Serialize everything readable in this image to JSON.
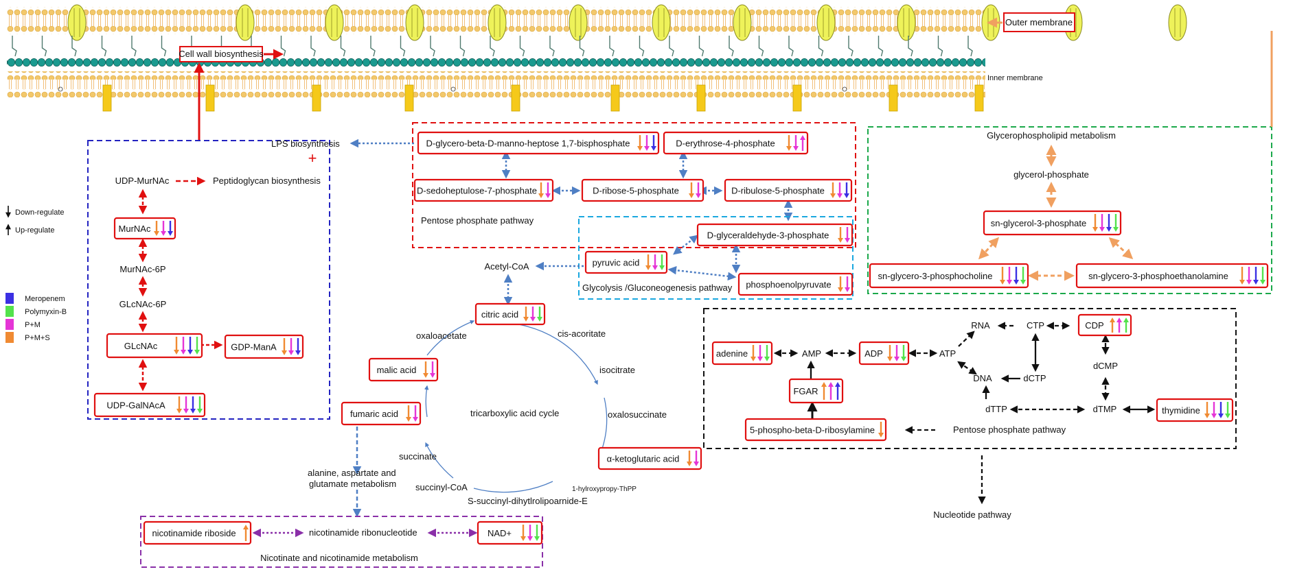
{
  "membrane": {
    "outer_label": "Outer membrane",
    "inner_label": "Inner membrane",
    "cell_wall_label": "Cell wall biosynthesis"
  },
  "legend": {
    "down": "Down-regulate",
    "up": "Up-regulate",
    "items": [
      {
        "label": "Meropenem",
        "color": "#3b2fe3"
      },
      {
        "label": "Polymyxin-B",
        "color": "#53e24c"
      },
      {
        "label": "P+M",
        "color": "#e535d6"
      },
      {
        "label": "P+M+S",
        "color": "#f08a32"
      }
    ]
  },
  "colors": {
    "box_border": "#e01010",
    "peptidoglycan_dash": "#2222c0",
    "pentose_dash": "#e01010",
    "glycolysis_dash": "#19a7df",
    "glycerophospholipid_dash": "#1aa84a",
    "nucleotide_dash": "#111111",
    "nicotinate_dash": "#8a2fa8",
    "blue_arrow": "#4f7fc4",
    "orange_arrow": "#f0a060",
    "red_arrow": "#e01010",
    "purple_arrow": "#8a2fa8"
  },
  "peptidoglycan": {
    "udp_murnac": "UDP-MurNAc",
    "peptidoglycan_label": "Peptidoglycan biosynthesis",
    "murnac": "MurNAc",
    "murnac_6p": "MurNAc-6P",
    "glcnac_6p": "GLcNAc-6P",
    "glcnac": "GLcNAc",
    "gdp_mana": "GDP-ManA",
    "udp_galnaca": "UDP-GalNAcA",
    "lps_label": "LPS biosynthesis"
  },
  "pentose": {
    "heptose": "D-glycero-beta-D-manno-heptose 1,7-bisphosphate",
    "erythrose": "D-erythrose-4-phosphate",
    "sedoheptulose": "D-sedoheptulose-7-phosphate",
    "ribose": "D-ribose-5-phosphate",
    "ribulose": "D-ribulose-5-phosphate",
    "title": "Pentose phosphate pathway"
  },
  "glycolysis": {
    "glyceraldehyde": "D-glyceraldehyde-3-phosphate",
    "pyruvic": "pyruvic acid",
    "pep": "phosphoenolpyruvate",
    "title": "Glycolysis /Gluconeogenesis pathway",
    "acetyl_coa": "Acetyl-CoA"
  },
  "glycerophospholipid": {
    "title": "Glycerophospholipid metabolism",
    "glycerol_phosphate": "glycerol-phosphate",
    "sn_g3p": "sn-glycerol-3-phosphate",
    "sn_g3pc": "sn-glycero-3-phosphocholine",
    "sn_g3pe": "sn-glycero-3-phosphoethanolamine"
  },
  "tca": {
    "citric": "citric acid",
    "cis_aconitate": "cis-acoritate",
    "isocitrate": "isocitrate",
    "oxalosuccinate": "oxalosuccinate",
    "aketoglutaric": "α-ketoglutaric acid",
    "hydroxypropy": "1-hylroxypropy-ThPP",
    "succinyl_dihydro": "S-succinyl-dihytlrolipoarnide-E",
    "succinyl_coa": "succinyl-CoA",
    "succinate": "succinate",
    "fumaric": "fumaric acid",
    "malic": "malic acid",
    "oxaloacetate": "oxaloacetate",
    "title": "tricarboxylic acid cycle",
    "alanine_label_1": "alanine, aspartate and",
    "alanine_label_2": "glutamate metabolism"
  },
  "nicotinate": {
    "riboside": "nicotinamide riboside",
    "ribonucleotide": "nicotinamide ribonucleotide",
    "nad": "NAD+",
    "title": "Nicotinate and nicotinamide metabolism"
  },
  "nucleotide": {
    "adenine": "adenine",
    "amp": "AMP",
    "adp": "ADP",
    "atp": "ATP",
    "rna": "RNA",
    "dna": "DNA",
    "ctp": "CTP",
    "dctp": "dCTP",
    "cdp": "CDP",
    "dcmp": "dCMP",
    "dtmp": "dTMP",
    "dttp": "dTTP",
    "thymidine": "thymidine",
    "fgar": "FGAR",
    "phosphoribosylamine": "5-phospho-beta-D-ribosylamine",
    "pentose_label": "Pentose phosphate pathway",
    "pathway_label": "Nucleotide pathway"
  },
  "regulation": {
    "murnac": [
      {
        "c": "P+M+S",
        "d": "down"
      },
      {
        "c": "P+M",
        "d": "down"
      },
      {
        "c": "Meropenem",
        "d": "down"
      }
    ],
    "glcnac": [
      {
        "c": "P+M+S",
        "d": "down"
      },
      {
        "c": "P+M",
        "d": "down"
      },
      {
        "c": "Meropenem",
        "d": "down"
      },
      {
        "c": "Polymyxin-B",
        "d": "down"
      }
    ],
    "gdp_mana": [
      {
        "c": "P+M+S",
        "d": "down"
      },
      {
        "c": "P+M",
        "d": "down"
      },
      {
        "c": "Meropenem",
        "d": "down"
      }
    ],
    "udp_galnaca": [
      {
        "c": "P+M+S",
        "d": "down"
      },
      {
        "c": "P+M",
        "d": "down"
      },
      {
        "c": "Meropenem",
        "d": "down"
      },
      {
        "c": "Polymyxin-B",
        "d": "down"
      }
    ],
    "heptose": [
      {
        "c": "P+M+S",
        "d": "down"
      },
      {
        "c": "P+M",
        "d": "down"
      },
      {
        "c": "Meropenem",
        "d": "down"
      }
    ],
    "erythrose": [
      {
        "c": "P+M+S",
        "d": "down"
      },
      {
        "c": "P+M",
        "d": "down"
      },
      {
        "c": "P+M",
        "d": "up"
      }
    ],
    "sedoheptulose": [
      {
        "c": "P+M+S",
        "d": "down"
      },
      {
        "c": "P+M",
        "d": "down"
      }
    ],
    "ribose": [
      {
        "c": "P+M+S",
        "d": "down"
      },
      {
        "c": "P+M",
        "d": "down"
      }
    ],
    "ribulose": [
      {
        "c": "P+M+S",
        "d": "down"
      },
      {
        "c": "P+M",
        "d": "down"
      },
      {
        "c": "Meropenem",
        "d": "down"
      }
    ],
    "glyceraldehyde": [
      {
        "c": "P+M+S",
        "d": "down"
      },
      {
        "c": "P+M",
        "d": "down"
      }
    ],
    "pyruvic": [
      {
        "c": "P+M+S",
        "d": "down"
      },
      {
        "c": "P+M",
        "d": "down"
      },
      {
        "c": "Polymyxin-B",
        "d": "down"
      }
    ],
    "pep": [
      {
        "c": "P+M+S",
        "d": "down"
      },
      {
        "c": "P+M",
        "d": "down"
      }
    ],
    "sn_g3p": [
      {
        "c": "P+M+S",
        "d": "down"
      },
      {
        "c": "P+M",
        "d": "down"
      },
      {
        "c": "Meropenem",
        "d": "down"
      },
      {
        "c": "Polymyxin-B",
        "d": "down"
      }
    ],
    "sn_g3pc": [
      {
        "c": "P+M+S",
        "d": "down"
      },
      {
        "c": "P+M",
        "d": "down"
      },
      {
        "c": "Meropenem",
        "d": "down"
      },
      {
        "c": "Polymyxin-B",
        "d": "down"
      }
    ],
    "sn_g3pe": [
      {
        "c": "P+M+S",
        "d": "down"
      },
      {
        "c": "P+M",
        "d": "down"
      },
      {
        "c": "Meropenem",
        "d": "down"
      },
      {
        "c": "Polymyxin-B",
        "d": "down"
      }
    ],
    "citric": [
      {
        "c": "P+M+S",
        "d": "down"
      },
      {
        "c": "P+M",
        "d": "down"
      },
      {
        "c": "Polymyxin-B",
        "d": "down"
      }
    ],
    "malic": [
      {
        "c": "P+M+S",
        "d": "down"
      },
      {
        "c": "P+M",
        "d": "down"
      }
    ],
    "fumaric": [
      {
        "c": "P+M+S",
        "d": "down"
      },
      {
        "c": "P+M",
        "d": "down"
      }
    ],
    "aketoglutaric": [
      {
        "c": "P+M+S",
        "d": "down"
      },
      {
        "c": "P+M",
        "d": "down"
      }
    ],
    "riboside": [
      {
        "c": "P+M+S",
        "d": "up"
      }
    ],
    "nad": [
      {
        "c": "P+M+S",
        "d": "down"
      },
      {
        "c": "P+M",
        "d": "down"
      },
      {
        "c": "Polymyxin-B",
        "d": "down"
      }
    ],
    "adenine": [
      {
        "c": "P+M+S",
        "d": "down"
      },
      {
        "c": "P+M",
        "d": "down"
      },
      {
        "c": "Polymyxin-B",
        "d": "down"
      }
    ],
    "adp": [
      {
        "c": "P+M+S",
        "d": "down"
      },
      {
        "c": "P+M",
        "d": "down"
      },
      {
        "c": "Polymyxin-B",
        "d": "down"
      }
    ],
    "fgar": [
      {
        "c": "P+M+S",
        "d": "up"
      },
      {
        "c": "P+M",
        "d": "up"
      },
      {
        "c": "Meropenem",
        "d": "up"
      }
    ],
    "cdp": [
      {
        "c": "P+M+S",
        "d": "up"
      },
      {
        "c": "P+M",
        "d": "up"
      },
      {
        "c": "Polymyxin-B",
        "d": "up"
      }
    ],
    "thymidine": [
      {
        "c": "P+M+S",
        "d": "down"
      },
      {
        "c": "P+M",
        "d": "down"
      },
      {
        "c": "Meropenem",
        "d": "down"
      },
      {
        "c": "Polymyxin-B",
        "d": "down"
      }
    ],
    "phosphoribosylamine": [
      {
        "c": "P+M+S",
        "d": "down"
      }
    ]
  }
}
